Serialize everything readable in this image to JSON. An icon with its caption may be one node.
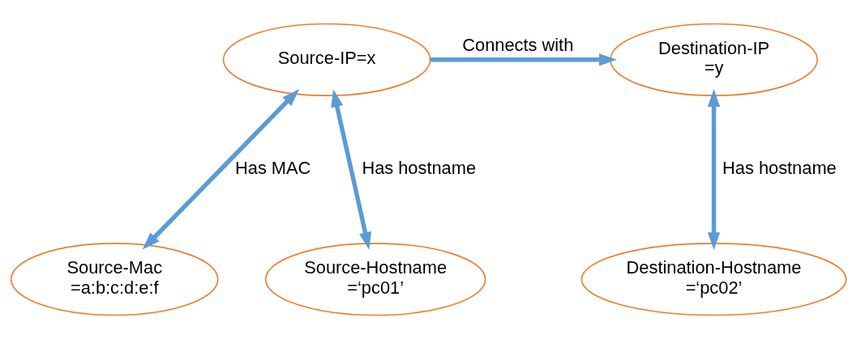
{
  "diagram": {
    "nodes": [
      {
        "text": [
          "Source-IP=x"
        ]
      },
      {
        "text": [
          "Destination-IP =y"
        ]
      },
      {
        "text": [
          "Source-Mac =a:b:c:d:e:f"
        ]
      },
      {
        "text": [
          "Source-Hostname =‘pc01’"
        ]
      },
      {
        "text": [
          "Destination-Hostname =‘pc02’"
        ]
      }
    ],
    "edges": [
      {
        "from": 0,
        "to": 1,
        "arrow": "to",
        "label": "Connects with"
      },
      {
        "from": 0,
        "to": 2,
        "arrow": "both",
        "label": "Has MAC"
      },
      {
        "from": 0,
        "to": 3,
        "arrow": "both",
        "label": "Has hostname"
      },
      {
        "from": 1,
        "to": 4,
        "arrow": "both",
        "label": "Has hostname"
      }
    ]
  }
}
